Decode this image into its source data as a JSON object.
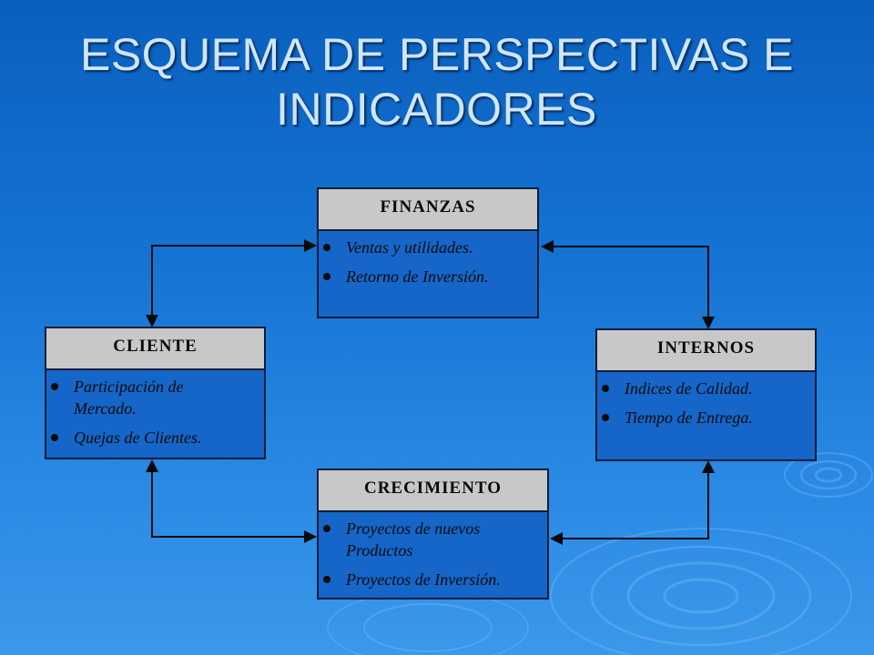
{
  "title": {
    "line1": "ESQUEMA  DE PERSPECTIVAS E",
    "line2": "INDICADORES"
  },
  "boxes": {
    "finanzas": {
      "header": "FINANZAS",
      "items": [
        "Ventas y utilidades.",
        "Retorno de Inversión."
      ]
    },
    "cliente": {
      "header": "CLIENTE",
      "items": [
        "Participación de Mercado.",
        "Quejas de Clientes."
      ]
    },
    "internos": {
      "header": "INTERNOS",
      "items": [
        "Indices de Calidad.",
        "Tiempo de Entrega."
      ]
    },
    "crecimiento": {
      "header": "CRECIMIENTO",
      "items": [
        "Proyectos de nuevos Productos",
        "Proyectos de Inversión."
      ]
    }
  },
  "colors": {
    "background_top": "#0a5fbe",
    "background_bottom": "#3b98ea",
    "title_text": "#cfe6ff",
    "box_fill": "#1566c8",
    "header_fill": "#c8c8c8",
    "connector": "#0a0a0a"
  },
  "connections": [
    {
      "from": "cliente",
      "to": "finanzas",
      "bidirectional": true
    },
    {
      "from": "finanzas",
      "to": "internos",
      "bidirectional": true
    },
    {
      "from": "internos",
      "to": "crecimiento",
      "bidirectional": true
    },
    {
      "from": "crecimiento",
      "to": "cliente",
      "bidirectional": true
    }
  ]
}
